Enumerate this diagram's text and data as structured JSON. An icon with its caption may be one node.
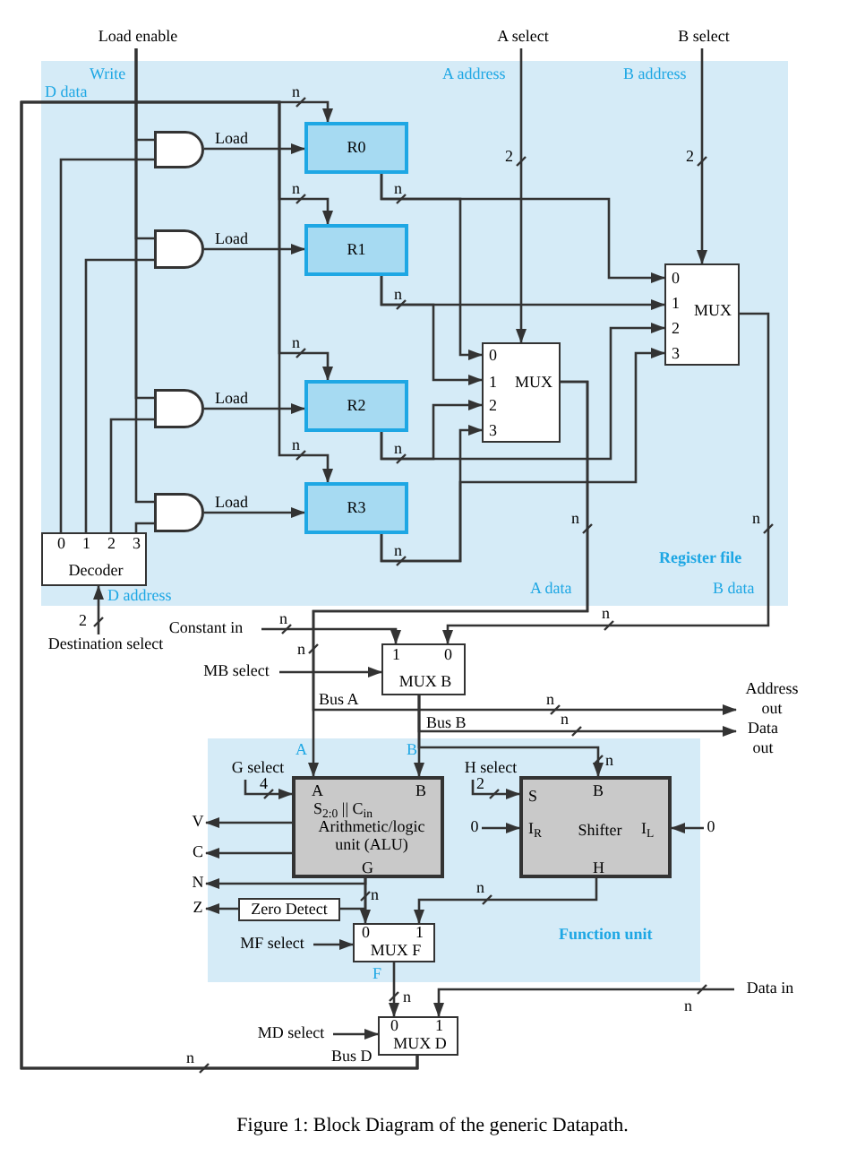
{
  "diagram": {
    "caption": "Figure 1: Block Diagram of the generic Datapath.",
    "nodes": [
      {
        "text": [
          "Register file"
        ]
      },
      {
        "text": [
          "Function unit"
        ]
      },
      {
        "text": [],
        "shape": "gate",
        "in": 0
      },
      {
        "text": [
          "R0"
        ],
        "in": 0
      },
      {
        "text": [],
        "shape": "gate",
        "in": 0
      },
      {
        "text": [
          "R1"
        ],
        "in": 0
      },
      {
        "text": [
          "0",
          "1",
          "2",
          "3",
          "MUX"
        ],
        "in": 0
      },
      {
        "text": [
          "0",
          "1",
          "2",
          "3",
          "MUX"
        ],
        "in": 0
      },
      {
        "text": [],
        "shape": "gate",
        "in": 0
      },
      {
        "text": [
          "R2"
        ],
        "in": 0
      },
      {
        "text": [],
        "shape": "gate",
        "in": 0
      },
      {
        "text": [
          "R3"
        ],
        "in": 0
      },
      {
        "text": [
          "0",
          "1",
          "2",
          "3",
          "Decoder"
        ],
        "in": 0
      },
      {
        "text": [
          "Load enable"
        ]
      },
      {
        "text": [
          "A select"
        ]
      },
      {
        "text": [
          "B select"
        ]
      },
      {
        "text": [
          "Destination select"
        ]
      },
      {
        "text": [
          "Constant in"
        ]
      },
      {
        "text": [
          "MB select"
        ]
      },
      {
        "text": [
          "1",
          "0",
          "MUX B"
        ]
      },
      {
        "text": [
          "Address out"
        ]
      },
      {
        "text": [
          "Data out"
        ]
      },
      {
        "text": [
          "A",
          "B",
          "S$_{2:0}$ || C$_{in}$",
          "Arithmetic/logic unit (ALU)",
          "G"
        ],
        "in": 1
      },
      {
        "text": [
          "G select"
        ],
        "in": 1
      },
      {
        "text": [
          "H select"
        ],
        "in": 1
      },
      {
        "text": [
          "B",
          "S",
          "I$_{R}$",
          "Shifter",
          "I$_{L}$",
          "H"
        ],
        "in": 1
      },
      {
        "text": [
          "0"
        ],
        "in": 1
      },
      {
        "text": [
          "0"
        ]
      },
      {
        "text": [
          "V"
        ]
      },
      {
        "text": [
          "C"
        ]
      },
      {
        "text": [
          "N"
        ]
      },
      {
        "text": [
          "Z"
        ]
      },
      {
        "text": [
          "Zero Detect"
        ],
        "in": 1
      },
      {
        "text": [
          "MF select"
        ],
        "in": 1
      },
      {
        "text": [
          "0",
          "1",
          "MUX F"
        ],
        "in": 1
      },
      {
        "text": [
          "Data in"
        ]
      },
      {
        "text": [
          "MD select"
        ]
      },
      {
        "text": [
          "0",
          "1",
          "MUX D"
        ]
      }
    ],
    "edges": [
      {
        "from": 13,
        "to": 2,
        "arrow": "none"
      },
      {
        "from": 13,
        "to": 4,
        "arrow": "none"
      },
      {
        "from": 13,
        "to": 8,
        "arrow": "none"
      },
      {
        "from": 13,
        "to": 10,
        "arrow": "none"
      },
      {
        "from": 12,
        "to": 2,
        "arrow": "none"
      },
      {
        "from": 12,
        "to": 4,
        "arrow": "none"
      },
      {
        "from": 12,
        "to": 8,
        "arrow": "none"
      },
      {
        "from": 12,
        "to": 10,
        "arrow": "none"
      },
      {
        "from": 2,
        "to": 3,
        "arrow": "to",
        "label": "Load"
      },
      {
        "from": 4,
        "to": 5,
        "arrow": "to",
        "label": "Load"
      },
      {
        "from": 8,
        "to": 9,
        "arrow": "to",
        "label": "Load"
      },
      {
        "from": 10,
        "to": 11,
        "arrow": "to",
        "label": "Load"
      },
      {
        "from": 37,
        "to": 3,
        "arrow": "to",
        "label": "n"
      },
      {
        "from": 37,
        "to": 5,
        "arrow": "to",
        "label": "n"
      },
      {
        "from": 37,
        "to": 9,
        "arrow": "to",
        "label": "n"
      },
      {
        "from": 37,
        "to": 11,
        "arrow": "to",
        "label": "n"
      },
      {
        "from": 3,
        "to": 7,
        "arrow": "to"
      },
      {
        "from": 3,
        "to": 6,
        "arrow": "to",
        "label": "n"
      },
      {
        "from": 5,
        "to": 7,
        "arrow": "to"
      },
      {
        "from": 5,
        "to": 6,
        "arrow": "to",
        "label": "n"
      },
      {
        "from": 9,
        "to": 7,
        "arrow": "to"
      },
      {
        "from": 9,
        "to": 6,
        "arrow": "to",
        "label": "n"
      },
      {
        "from": 11,
        "to": 7,
        "arrow": "to"
      },
      {
        "from": 11,
        "to": 6,
        "arrow": "to",
        "label": "n"
      },
      {
        "from": 14,
        "to": 7,
        "arrow": "to",
        "label": "2"
      },
      {
        "from": 15,
        "to": 6,
        "arrow": "to",
        "label": "2"
      },
      {
        "from": 16,
        "to": 12,
        "arrow": "to",
        "label": "2"
      },
      {
        "from": 7,
        "to": 22,
        "arrow": "to",
        "label": "n"
      },
      {
        "from": 7,
        "to": 20,
        "arrow": "to",
        "label": "n"
      },
      {
        "from": 6,
        "to": 19,
        "arrow": "to",
        "label": "n"
      },
      {
        "from": 17,
        "to": 19,
        "arrow": "to",
        "label": "n"
      },
      {
        "from": 18,
        "to": 19,
        "arrow": "to"
      },
      {
        "from": 19,
        "to": 22,
        "arrow": "to"
      },
      {
        "from": 19,
        "to": 21,
        "arrow": "to",
        "label": "n"
      },
      {
        "from": 19,
        "to": 25,
        "arrow": "to",
        "label": "n"
      },
      {
        "from": 23,
        "to": 22,
        "arrow": "to",
        "label": "4"
      },
      {
        "from": 24,
        "to": 25,
        "arrow": "to",
        "label": "2"
      },
      {
        "from": 26,
        "to": 25,
        "arrow": "to"
      },
      {
        "from": 27,
        "to": 25,
        "arrow": "to"
      },
      {
        "from": 22,
        "to": 28,
        "arrow": "to"
      },
      {
        "from": 22,
        "to": 29,
        "arrow": "to"
      },
      {
        "from": 22,
        "to": 30,
        "arrow": "to"
      },
      {
        "from": 22,
        "to": 32,
        "arrow": "none"
      },
      {
        "from": 32,
        "to": 31,
        "arrow": "to"
      },
      {
        "from": 22,
        "to": 34,
        "arrow": "to",
        "label": "n"
      },
      {
        "from": 25,
        "to": 34,
        "arrow": "to",
        "label": "n"
      },
      {
        "from": 33,
        "to": 34,
        "arrow": "to"
      },
      {
        "from": 34,
        "to": 37,
        "arrow": "to",
        "label": "n"
      },
      {
        "from": 35,
        "to": 37,
        "arrow": "to",
        "label": "n"
      },
      {
        "from": 36,
        "to": 37,
        "arrow": "to"
      }
    ],
    "labels": [
      "Write",
      "D data",
      "A address",
      "B address",
      "A data",
      "B data",
      "D address",
      "n",
      "n",
      "Bus A",
      "Bus B",
      "A",
      "B",
      "F",
      "Bus D",
      "n"
    ]
  }
}
